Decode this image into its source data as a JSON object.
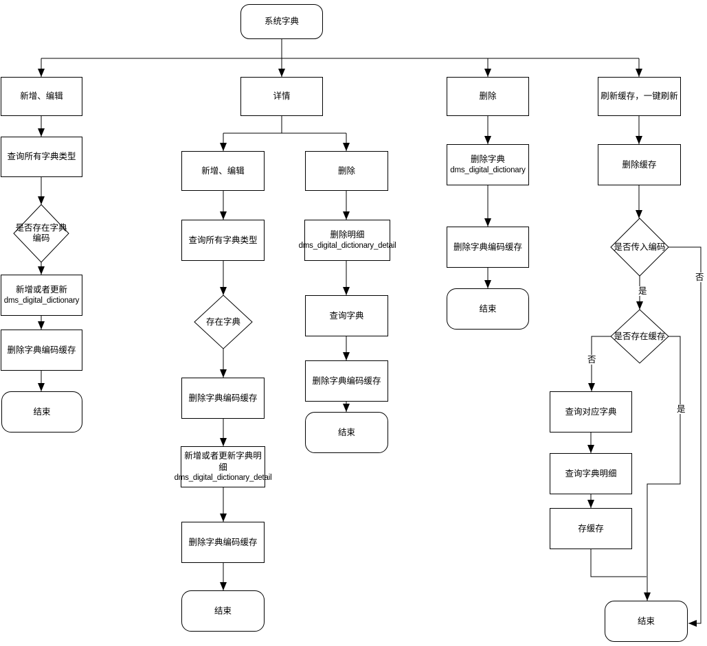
{
  "diagram_title": "系统字典",
  "colors": {
    "stroke": "#000000",
    "fill": "#ffffff",
    "text": "#000000"
  },
  "nodes": {
    "start": {
      "label": "系统字典"
    },
    "c1_branch": {
      "label": "新增、编辑"
    },
    "c1_query_types": {
      "label": "查询所有字典类型"
    },
    "c1_decision": {
      "label": "是否存在字典编码"
    },
    "c1_upsert": {
      "label": "新增或者更新",
      "code": "dms_digital_dictionary"
    },
    "c1_del_cache": {
      "label": "删除字典编码缓存"
    },
    "c1_end": {
      "label": "结束"
    },
    "c2_branch": {
      "label": "详情"
    },
    "c2_add_edit": {
      "label": "新增、编辑"
    },
    "c2_delete": {
      "label": "删除"
    },
    "c2_query_types": {
      "label": "查询所有字典类型"
    },
    "c2_del_detail": {
      "label": "删除明细",
      "code": "dms_digital_dictionary_detail"
    },
    "c2_decision": {
      "label": "存在字典"
    },
    "c2_del_cache1": {
      "label": "删除字典编码缓存"
    },
    "c2_upsert_detail": {
      "label": "新增或者更新字典明细",
      "code": "dms_digital_dictionary_detail"
    },
    "c2_del_cache2": {
      "label": "删除字典编码缓存"
    },
    "c2_end_left": {
      "label": "结束"
    },
    "c2_query_dict": {
      "label": "查询字典"
    },
    "c2_del_cache3": {
      "label": "删除字典编码缓存"
    },
    "c2_end_right": {
      "label": "结束"
    },
    "c3_branch": {
      "label": "删除"
    },
    "c3_del_dict": {
      "label": "删除字典",
      "code": "dms_digital_dictionary"
    },
    "c3_del_cache": {
      "label": "删除字典编码缓存"
    },
    "c3_end": {
      "label": "结束"
    },
    "c4_branch": {
      "label": "刷新缓存，一键刷新"
    },
    "c4_del_cache": {
      "label": "删除缓存"
    },
    "c4_decision_code": {
      "label": "是否传入编码"
    },
    "c4_decision_cache": {
      "label": "是否存在缓存"
    },
    "c4_query_dict": {
      "label": "查询对应字典"
    },
    "c4_query_detail": {
      "label": "查询字典明细"
    },
    "c4_save_cache": {
      "label": "存缓存"
    },
    "c4_end": {
      "label": "结束"
    }
  },
  "edge_labels": {
    "code_yes": "是",
    "code_no": "否",
    "cache_no": "否",
    "cache_yes": "是"
  }
}
